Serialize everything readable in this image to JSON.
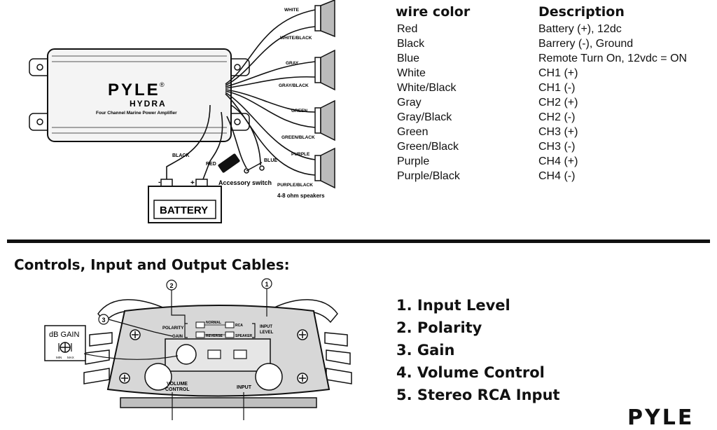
{
  "wiring": {
    "header_color": "wire color",
    "header_description": "Description",
    "rows": [
      {
        "color": "Red",
        "description": "Battery (+), 12dc"
      },
      {
        "color": "Black",
        "description": "Barrery (-), Ground"
      },
      {
        "color": "Blue",
        "description": "Remote Turn On, 12vdc = ON"
      },
      {
        "color": "White",
        "description": "CH1 (+)"
      },
      {
        "color": "White/Black",
        "description": "CH1 (-)"
      },
      {
        "color": "Gray",
        "description": "CH2 (+)"
      },
      {
        "color": "Gray/Black",
        "description": "CH2 (-)"
      },
      {
        "color": "Green",
        "description": "CH3 (+)"
      },
      {
        "color": "Green/Black",
        "description": "CH3 (-)"
      },
      {
        "color": "Purple",
        "description": "CH4 (+)"
      },
      {
        "color": "Purple/Black",
        "description": "CH4 (-)"
      }
    ]
  },
  "amplifier": {
    "brand": "PYLE",
    "registered": "®",
    "model": "HYDRA",
    "subtitle": "Four Channel Marine Power Amplifier"
  },
  "speakers": {
    "wire_labels": [
      "WHITE",
      "WHITE/BLACK",
      "GRAY",
      "GRAY/BLACK",
      "GREEN",
      "GREEN/BLACK",
      "PURPLE",
      "PURPLE/BLACK"
    ],
    "caption": "4-8 ohm speakers"
  },
  "power": {
    "black_label": "BLACK",
    "red_label": "RED",
    "blue_label": "BLUE",
    "minus": "-",
    "plus": "+",
    "battery_label": "BATTERY",
    "switch_label": "Accessory switch"
  },
  "controls": {
    "section_title": "Controls, Input and Output Cables:",
    "items": [
      "1. Input Level",
      "2. Polarity",
      "3. Gain",
      "4. Volume Control",
      "5. Stereo RCA Input"
    ],
    "callouts": [
      "1",
      "2",
      "3"
    ],
    "polarity_label": "POLARITY",
    "gain_label": "GAIN",
    "normal_label": "NORMAL",
    "reverse_label": "REVERSE",
    "rca_label": "RCA",
    "speaker_label": "SPEAKER",
    "input_level_label_1": "INPUT",
    "input_level_label_2": "LEVEL",
    "volume_label_1": "VOLUME",
    "volume_label_2": "CONTROL",
    "input_label": "INPUT",
    "db_gain_label": "dB GAIN",
    "min_label": "MIN",
    "max_label": "MAX"
  },
  "footer_brand": "PYLE"
}
